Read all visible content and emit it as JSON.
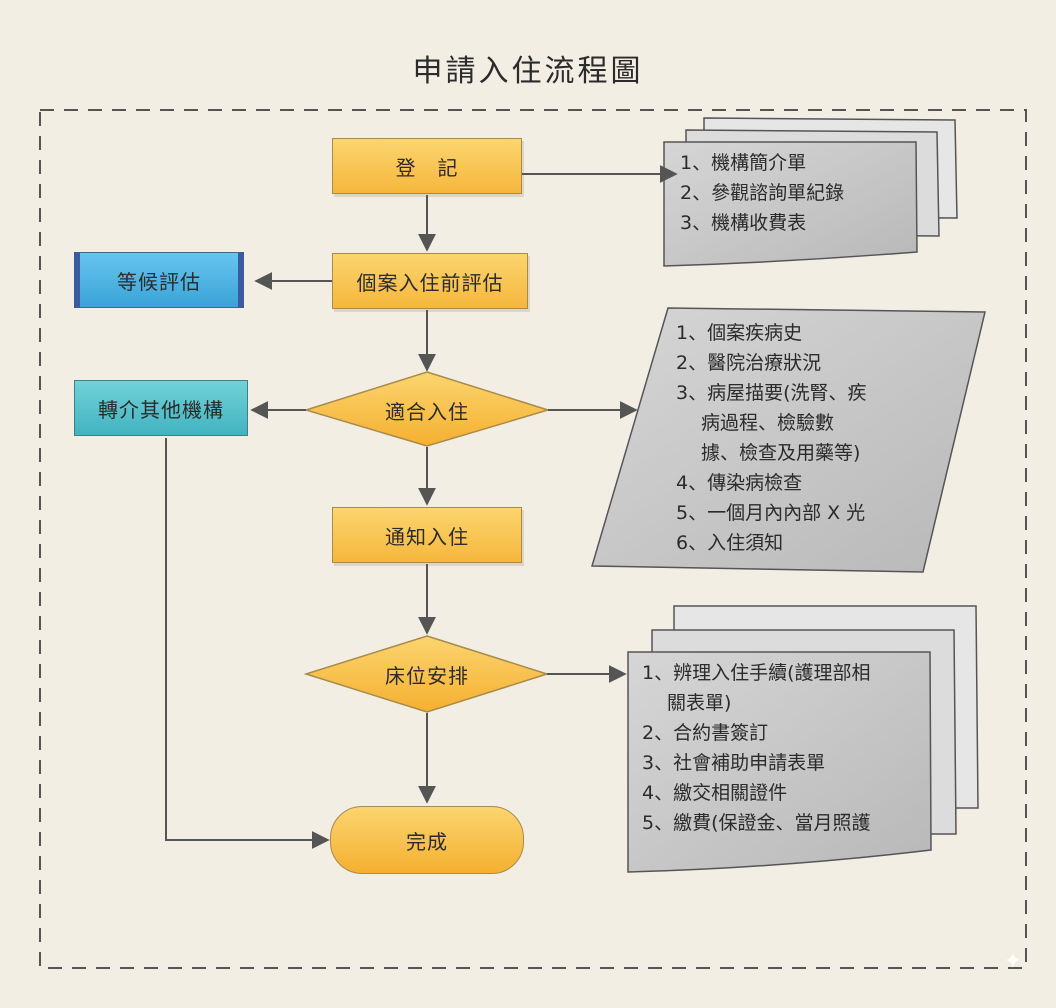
{
  "title": "申請入住流程圖",
  "nodes": {
    "register": "登　記",
    "pre_assessment": "個案入住前評估",
    "suitable": "適合入住",
    "notify": "通知入住",
    "bed": "床位安排",
    "done": "完成",
    "waiting": "等候評估",
    "referral": "轉介其他機構"
  },
  "doc1": [
    "1、機構簡介單",
    "2、參觀諮詢單紀錄",
    "3、機構收費表"
  ],
  "doc2": [
    "1、個案疾病史",
    "2、醫院治療狀況",
    "3、病屋描要(洗腎、疾",
    "　 病過程、檢驗數",
    "　 據、檢查及用藥等)",
    "4、傳染病檢查",
    "5、一個月內內部 X 光",
    "6、入住須知"
  ],
  "doc3": [
    "1、辨理入住手續(護理部相",
    "　 關表單)",
    "2、合約書簽訂",
    "3、社會補助申請表單",
    "4、繳交相關證件",
    "5、繳費(保證金、當月照護"
  ],
  "colors": {
    "process": "#f6b73c",
    "waiting": "#3aa3d8",
    "referral": "#41b4c0",
    "document": "#c9c9c9",
    "arrow": "#555555"
  }
}
